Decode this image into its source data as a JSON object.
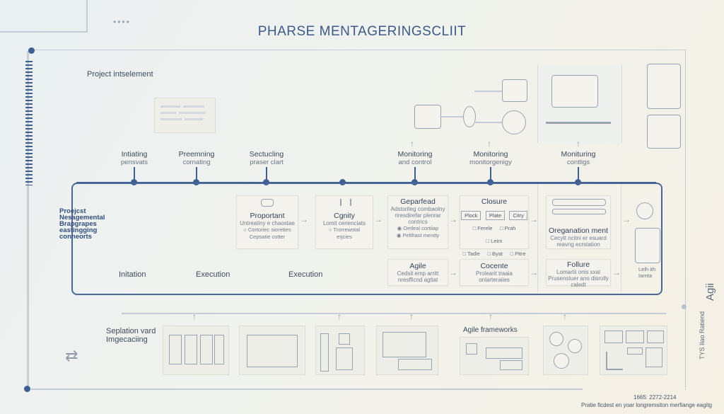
{
  "title": "PHARSE MENTAGERINGSCLIIT",
  "project_label": "Project intselement",
  "stages": [
    {
      "title": "Intiating",
      "sub": "pensvats"
    },
    {
      "title": "Preemning",
      "sub": "cornating"
    },
    {
      "title": "Sectucling",
      "sub": "praser clart"
    },
    {
      "title": "Monitoring",
      "sub": "and control"
    },
    {
      "title": "Monitoring",
      "sub": "monitorgenigy"
    },
    {
      "title": "Monituring",
      "sub": "contligs"
    }
  ],
  "left_label": [
    "Proejcst",
    "Nesagemental",
    "Brapgrapes",
    "eastingging",
    "conneorts"
  ],
  "bottom_phase": [
    "Initation",
    "Execution",
    "Execution"
  ],
  "cards": {
    "proportant": {
      "title": "Proportant",
      "line1": "Untreatiny e chaostae",
      "check1": "Cortoriec siorettes",
      "line2": "Cepsatie cotter"
    },
    "cgnity": {
      "title": "Cgnity",
      "line1": "Lomit cerienciats",
      "check1": "Trorrewotal",
      "line2": "erjcies"
    },
    "geparlead": {
      "title": "Geparfead",
      "line1": "Adstoriteg combaolny",
      "line2": "riresdirefar plenrar",
      "line3": "contrics",
      "check1": "Oetleal cortiiap",
      "check2": "Pelthast mentty"
    },
    "closure": {
      "title": "Closure",
      "btns": [
        "Plock",
        "Plate",
        "Citry"
      ],
      "checks": [
        "Ferele",
        "Prah",
        "Leim",
        "Tadle",
        "Byat",
        "Pitre"
      ]
    },
    "organization": {
      "title": "Oreganation ment",
      "line1": "Cecytt ncitni er esuard",
      "line2": "reavng ecrstation"
    },
    "agile": {
      "title": "Agile",
      "line1": "Cedsit emp arritt",
      "line2": "nresfficnd agtiat"
    },
    "cocente": {
      "title": "Cocente",
      "line1": "Prolearit traaia",
      "line2": "onlarteraiies"
    },
    "follure": {
      "title": "Follure",
      "line1": "Lomartii onis sxal",
      "line2": "Prusenstuer ano disrolly",
      "line3": "caledt"
    }
  },
  "bottom_left_label": [
    "Seplation vard",
    "Imgecaciing"
  ],
  "agile_frameworks": "Agile frameworks",
  "right_small": [
    "Lelh ith",
    "Iarnta"
  ],
  "right_vertical": "TYS Ilao Ratiend",
  "right_agile": "Agii",
  "footer": {
    "date": "1665: 2272-2214",
    "text": "Pratie ficdest en yoar longremsiton merfiange eagitg"
  },
  "colors": {
    "accent": "#3e5f94",
    "title": "#3b5a8a",
    "background": "#eef1ee"
  }
}
